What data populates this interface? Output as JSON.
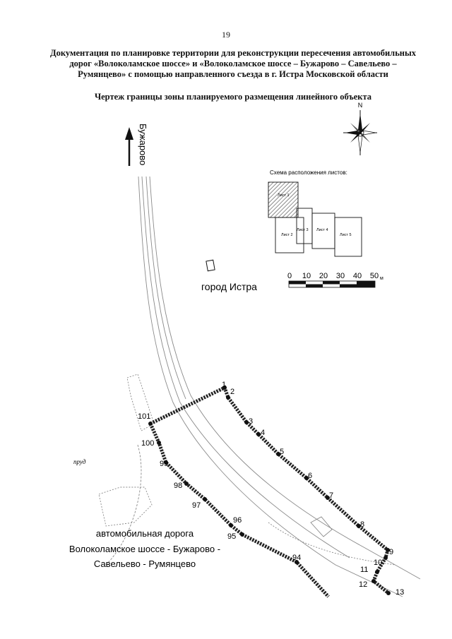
{
  "page_number": "19",
  "title_lines": [
    "Документация по планировке территории для реконструкции пересечения автомобильных",
    "дорог «Волоколамское шоссе» и «Волоколамское шоссе – Бужарово – Савельево –",
    "Румянцево» с помощью направленного съезда в г. Истра Московской области"
  ],
  "subtitle": "Чертеж границы зоны планируемого размещения линейного объекта",
  "north_label": "N",
  "direction_label": "Бужарово",
  "sheet_scheme": {
    "title": "Схема расположения листов:",
    "sheets": [
      "Лист 1",
      "Лист 2",
      "Лист 3",
      "Лист 4",
      "Лист 5"
    ]
  },
  "scale_bar": {
    "ticks": [
      "0",
      "10",
      "20",
      "30",
      "40",
      "50"
    ],
    "unit": "м"
  },
  "city_label": "город Истра",
  "pond_label": "пруд",
  "road_label_lines": [
    "автомобильная дорога",
    "Волоколамское шоссе - Бужарово -",
    "Савельево - Румянцево"
  ],
  "boundary_points": [
    "1",
    "2",
    "3",
    "4",
    "5",
    "6",
    "7",
    "8",
    "9",
    "10",
    "11",
    "12",
    "13",
    "94",
    "95",
    "96",
    "97",
    "98",
    "99",
    "100",
    "101"
  ],
  "colors": {
    "ink": "#111111",
    "road_outline": "#8a8a8a",
    "hatch": "#444444"
  }
}
